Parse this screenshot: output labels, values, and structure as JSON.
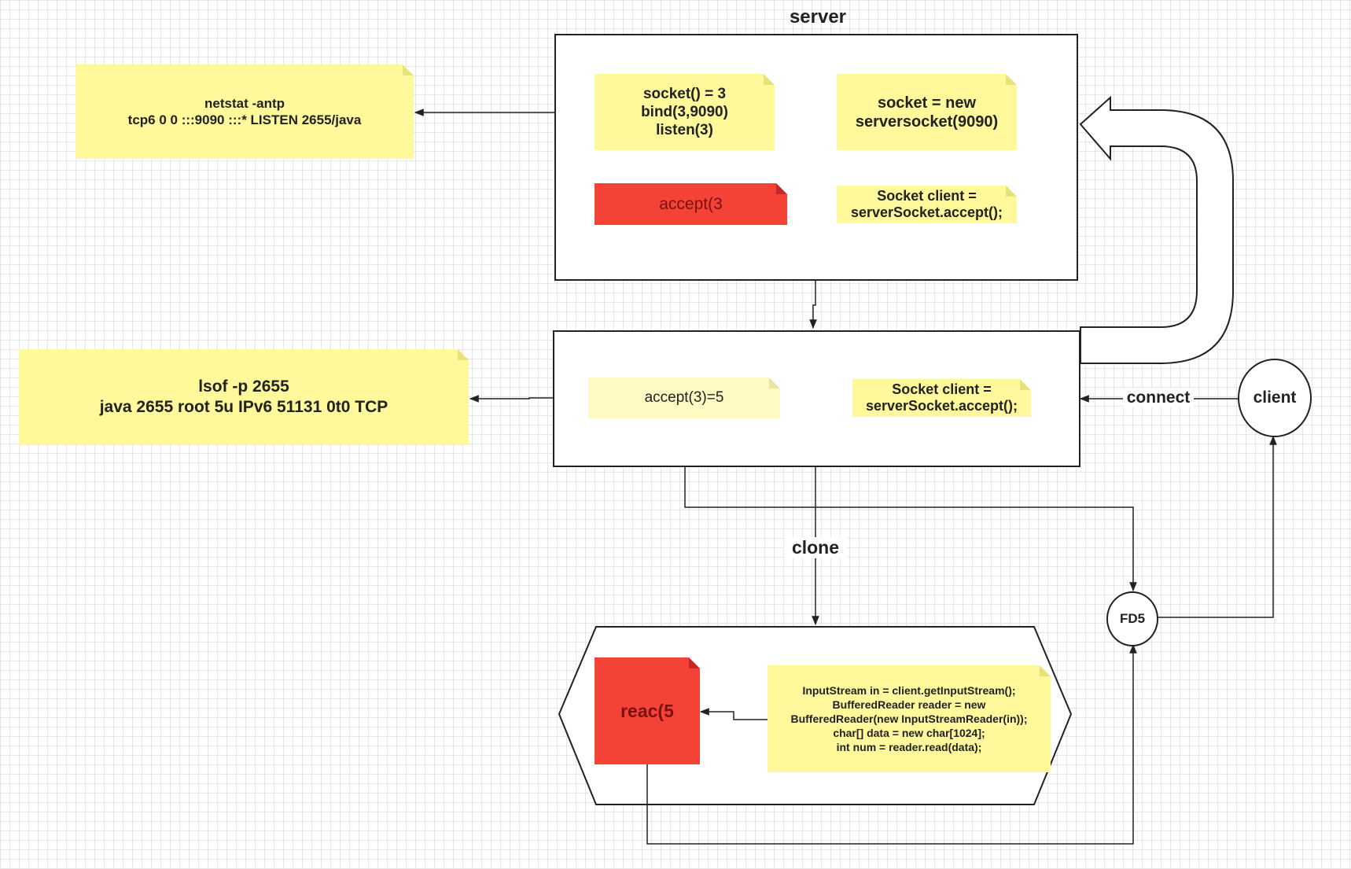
{
  "title": "server",
  "notes": {
    "netstat": "netstat -antp\ntcp6   0      0 :::9090     :::*       LISTEN 2655/java",
    "socket_bind": "socket() = 3\nbind(3,9090)\nlisten(3)",
    "serversocket": "socket = new\nserversocket(9090)",
    "accept_blocked": "accept(3",
    "client_accept_1": "Socket client =\nserverSocket.accept();",
    "lsof": "lsof -p 2655\njava    2655 root  5u  IPv6    51131    0t0   TCP",
    "accept_returned": "accept(3)=5",
    "client_accept_2": "Socket client =\nserverSocket.accept();",
    "read_blocked": "reac(5",
    "read_code": "InputStream in = client.getInputStream();\nBufferedReader reader = new\nBufferedReader(new InputStreamReader(in));\nchar[] data = new char[1024];\nint num = reader.read(data);"
  },
  "labels": {
    "connect": "connect",
    "clone": "clone"
  },
  "nodes": {
    "client": "client",
    "fd5": "FD5"
  },
  "colors": {
    "note_yellow": "#fff99b",
    "note_pale": "#fff9c4",
    "blocked_red": "#f44336",
    "line": "#222222"
  }
}
